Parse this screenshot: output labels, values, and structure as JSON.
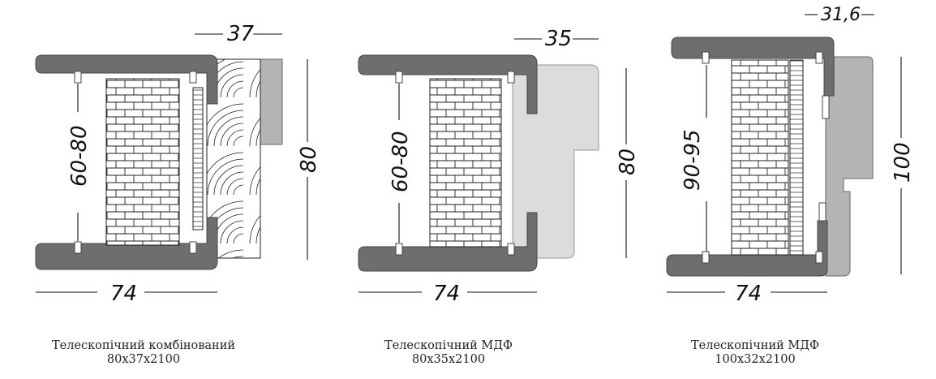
{
  "profiles": [
    {
      "name": "Телескопічний комбінований",
      "size": "80х37х2100",
      "dim_width": "74",
      "dim_wall": "60-80",
      "dim_depth": "37",
      "dim_height": "80"
    },
    {
      "name": "Телескопічний МДФ",
      "size": "80х35х2100",
      "dim_width": "74",
      "dim_wall": "60-80",
      "dim_depth": "35",
      "dim_height": "80"
    },
    {
      "name": "Телескопічний МДФ",
      "size": "100х32х2100",
      "dim_width": "74",
      "dim_wall": "90-95",
      "dim_depth": "31,6",
      "dim_height": "100"
    }
  ],
  "colors": {
    "frame_dark": "#6e6e6e",
    "frame_light": "#c8c8c8",
    "extension_light": "#dcdcdc",
    "brick": "#ffffff",
    "line": "#111111"
  }
}
